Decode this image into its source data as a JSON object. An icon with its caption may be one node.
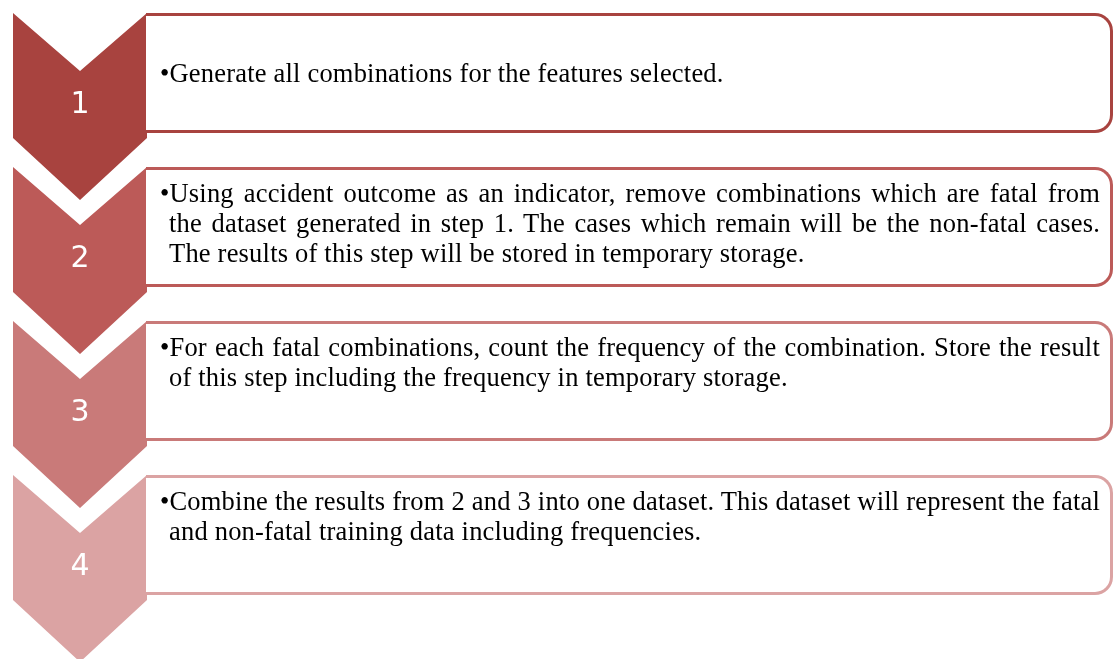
{
  "diagram": {
    "nodes": [
      {
        "text": [
          "1"
        ]
      },
      {
        "text": [
          "•Generate all combinations for the features selected."
        ]
      },
      {
        "text": [
          "2"
        ]
      },
      {
        "text": [
          "•Using accident outcome as an indicator, remove combinations which are fatal from the dataset generated in step 1. The cases which remain will be the non-fatal cases. The results of this step will be stored in temporary storage."
        ]
      },
      {
        "text": [
          "3"
        ]
      },
      {
        "text": [
          "•For each fatal combinations, count the frequency of the combination. Store the result of this step including the frequency in temporary storage."
        ]
      },
      {
        "text": [
          "4"
        ]
      },
      {
        "text": [
          "•Combine the results from 2 and 3 into one dataset. This dataset will represent the fatal and non-fatal training data including frequencies."
        ]
      }
    ],
    "edges": []
  }
}
